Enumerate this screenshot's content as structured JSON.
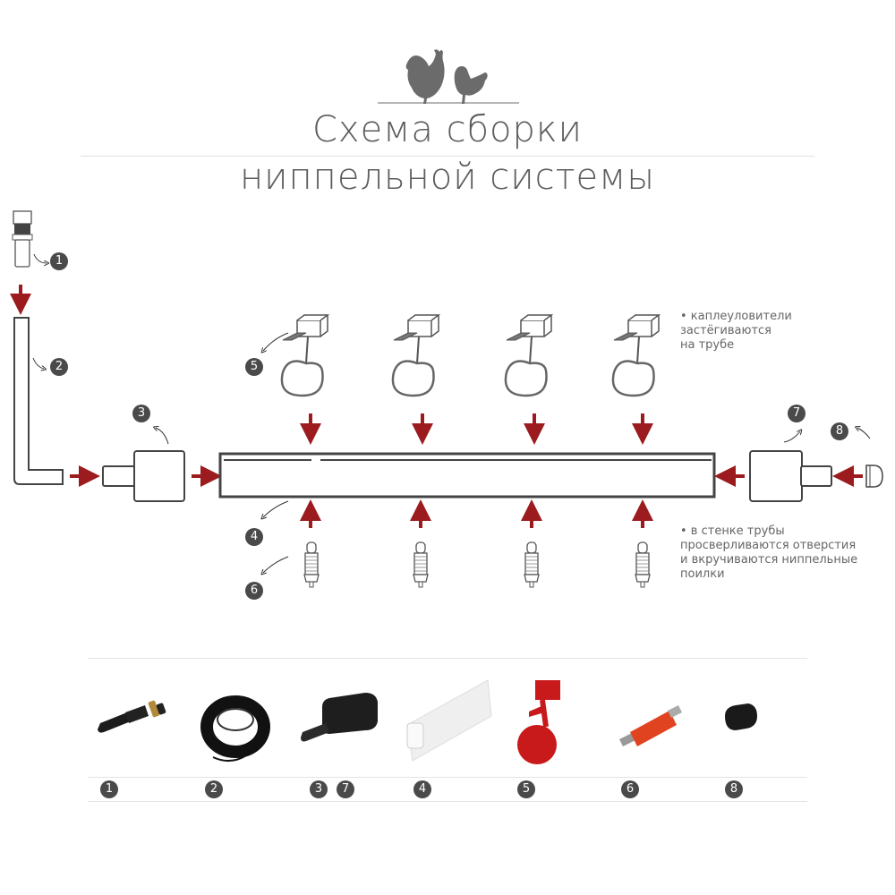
{
  "header": {
    "logo": "rooster-and-hen-icon",
    "title_line1": "Схема сборки",
    "title_line2": "ниппельной системы"
  },
  "diagram": {
    "notes": {
      "drip_catchers": [
        "• каплеуловители",
        "застёгиваются",
        "на трубе"
      ],
      "nipples": [
        "• в стенке трубы",
        "просверливаются отверстия",
        "и вкручиваются ниппельные",
        "поилки"
      ]
    },
    "callouts": [
      {
        "num": "1",
        "part": "inlet-fitting"
      },
      {
        "num": "2",
        "part": "hose"
      },
      {
        "num": "3",
        "part": "end-adapter-left"
      },
      {
        "num": "4",
        "part": "square-tube"
      },
      {
        "num": "5",
        "part": "drip-cup"
      },
      {
        "num": "6",
        "part": "nipple-drinker"
      },
      {
        "num": "7",
        "part": "end-adapter-right"
      },
      {
        "num": "8",
        "part": "end-cap"
      }
    ],
    "colors": {
      "arrow": "#9b1b1e",
      "outline": "#3c3c3c",
      "badge": "#4a4a4a"
    }
  },
  "parts_strip": {
    "items": [
      {
        "labels": [
          "1"
        ],
        "name": "inlet-fitting-photo"
      },
      {
        "labels": [
          "2"
        ],
        "name": "hose-coil-photo"
      },
      {
        "labels": [
          "3",
          "7"
        ],
        "name": "adapter-photo"
      },
      {
        "labels": [
          "4"
        ],
        "name": "square-tube-photo"
      },
      {
        "labels": [
          "5"
        ],
        "name": "drip-cup-photo"
      },
      {
        "labels": [
          "6"
        ],
        "name": "nipple-photo"
      },
      {
        "labels": [
          "8"
        ],
        "name": "end-cap-photo"
      }
    ]
  }
}
